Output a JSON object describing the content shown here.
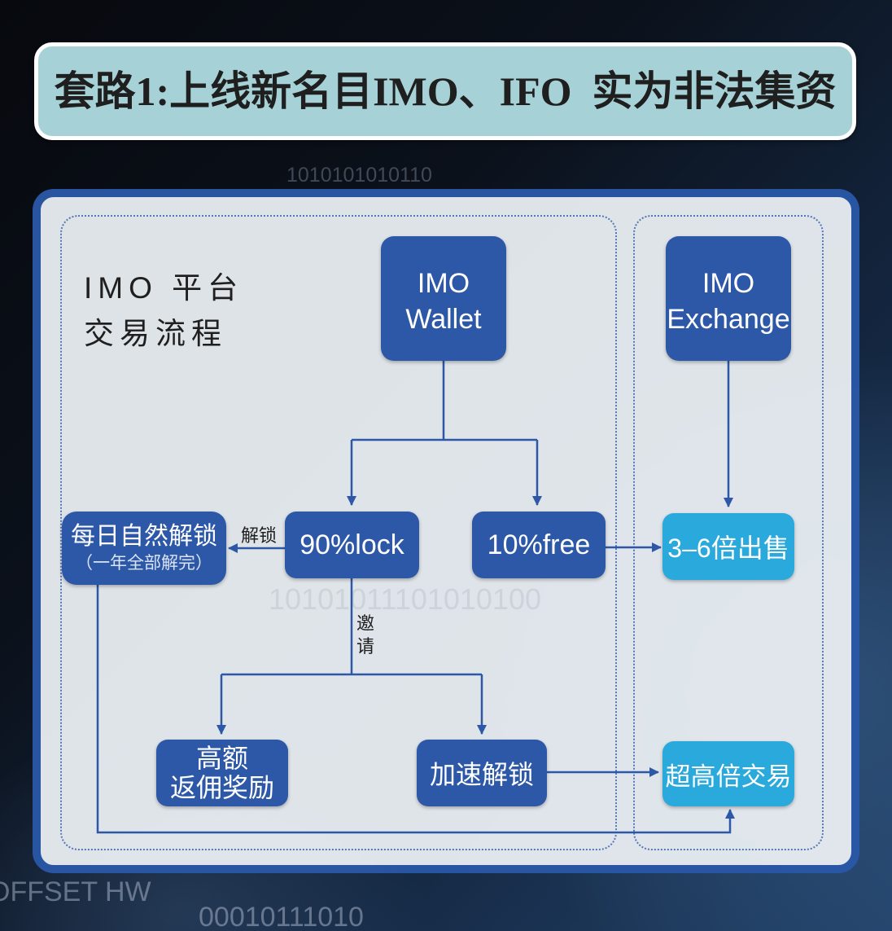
{
  "title": "套路1:上线新名目IMO、IFO  实为非法集资",
  "platform_label": {
    "line1": "IMO 平台",
    "line2": "交易流程"
  },
  "nodes": {
    "wallet": {
      "line1": "IMO",
      "line2": "Wallet"
    },
    "exchange": {
      "line1": "IMO",
      "line2": "Exchange"
    },
    "lock": "90%lock",
    "free": "10%free",
    "daily_unlock": {
      "label": "每日自然解锁",
      "note": "（一年全部解完）"
    },
    "sell": "3–6倍出售",
    "rebate": {
      "line1": "高额",
      "line2": "返佣奖励"
    },
    "accelerate": "加速解锁",
    "high_leverage": "超高倍交易"
  },
  "edge_labels": {
    "unlock": "解锁",
    "invite": "邀请"
  },
  "background_text": {
    "top_binary": "1010101010110",
    "offset_hw": "OFFSET HW",
    "bottom_binary": "00010111010",
    "panel_binary": "10101011101010100"
  },
  "colors": {
    "bg_dark": "#07090e",
    "bg_blue": "#23436a",
    "title_fill": "#a6d2d7",
    "title_border": "#ffffff",
    "panel_border": "#2a58a8",
    "panel_fill": "#eaeff3",
    "frame_dash": "#5577b8",
    "node_blue": "#2d58a8",
    "node_cyan": "#2aa9dc",
    "connector": "#2d58a8",
    "text_dark": "#1f1f1f"
  }
}
